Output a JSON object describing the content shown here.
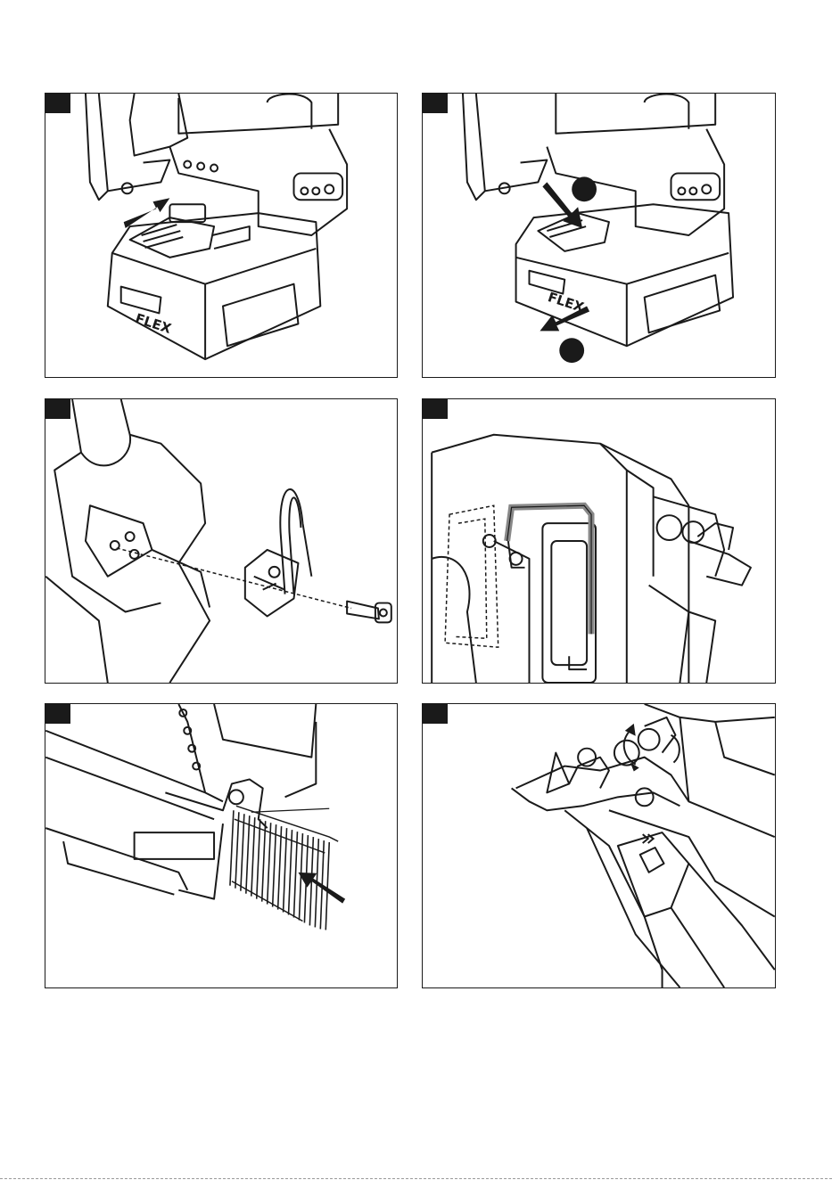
{
  "page": {
    "background": "#ffffff",
    "line_color": "#1a1a1a"
  },
  "panels": [
    {
      "id": "battery-insert",
      "logo": "FLEX",
      "callouts": []
    },
    {
      "id": "battery-remove",
      "logo": "FLEX",
      "callouts": []
    },
    {
      "id": "belt-hook-mount",
      "callouts": []
    },
    {
      "id": "hex-key-storage",
      "callouts": []
    },
    {
      "id": "nail-loading",
      "callouts": []
    },
    {
      "id": "depth-adjust",
      "callouts": []
    }
  ]
}
